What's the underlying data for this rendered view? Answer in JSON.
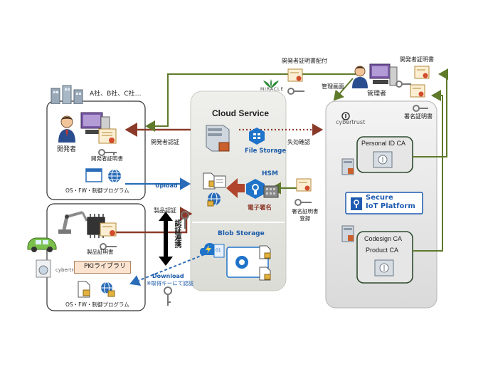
{
  "companies": "A社、B社、C社…",
  "developer": "開発者",
  "dev_cert": "開発者証明書",
  "os_fw_program_top": "OS・FW・制御プログラム",
  "product_cert": "製品証明書",
  "pki_library": "PKIライブラリ",
  "cybertrust_small": "cybertrust",
  "os_fw_program_bottom": "OS・FW・制御プログラム",
  "miracle_logo": "MIRACLE",
  "cloud_service": "Cloud Service",
  "file_storage": "File Storage",
  "hsm": "HSM",
  "e_signature": "電子署名",
  "blob_storage": "Blob Storage",
  "dev_auth": "開発者認証",
  "upload": "Upload",
  "product_auth": "製品認証",
  "auth_link": "認証連携",
  "download": "Download",
  "download_note": "※取得キーにて認証",
  "revocation_check": "失効確認",
  "signing_cert_register": "署名証明書\n登録",
  "dev_cert_issue": "開発者証明書配付",
  "management_screen": "管理画面",
  "administrator": "管理者",
  "dev_cert_right": "開発者証明書",
  "signing_cert_right": "署名証明書",
  "cybertrust_logo": "cybertrust",
  "personal_id_ca": "Personal ID CA",
  "secure_platform": {
    "line1": "Secure",
    "line2": "IoT Platform"
  },
  "codesign_ca": "Codesign CA",
  "product_ca": "Product CA",
  "colors": {
    "arrow_brown": "#8b3a2a",
    "arrow_green": "#5e7a2a",
    "arrow_blue": "#2a6cb8",
    "cloud_bg": "#e6e6e2",
    "ca_bg": "#ececec",
    "secure_blue": "#1e5bb0"
  }
}
